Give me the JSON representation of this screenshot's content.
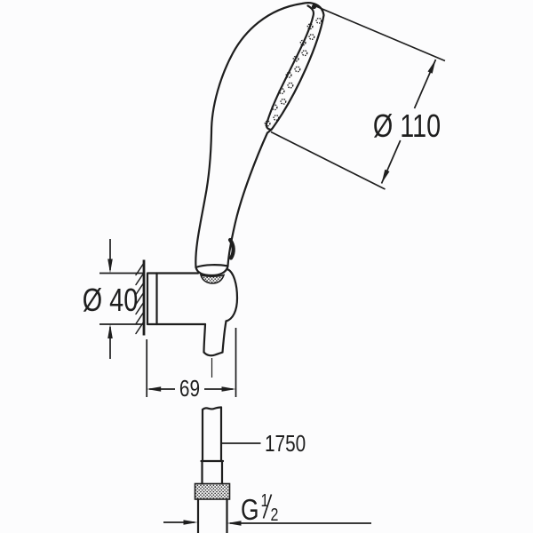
{
  "canvas": {
    "background": "#fcfcfd",
    "line_color": "#1e1e1e"
  },
  "drawing": {
    "labels": {
      "head_diameter": "Ø 110",
      "holder_diameter": "Ø 40",
      "holder_depth": "69",
      "hose_length": "1750",
      "thread_prefix": "G",
      "thread_numerator": "1",
      "thread_denominator": "2"
    }
  }
}
